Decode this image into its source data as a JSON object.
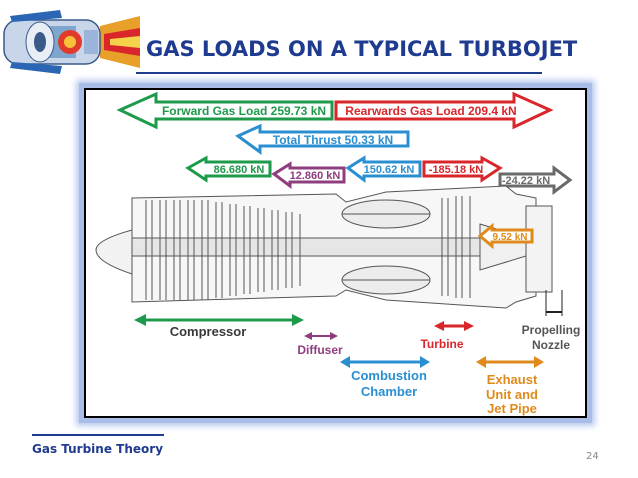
{
  "slide": {
    "title": "GAS LOADS ON A TYPICAL TURBOJET",
    "footer": "Gas Turbine Theory",
    "page_number": "24"
  },
  "colors": {
    "title": "#1f3b8f",
    "green": "#1e9a4b",
    "red": "#d8262b",
    "blue": "#2a8fd1",
    "purple": "#8e3d7e",
    "gray": "#6a6a6a",
    "orange": "#e08a1c"
  },
  "diagram": {
    "forward_gas_load": "Forward Gas Load 259.73 kN",
    "rearwards_gas_load": "Rearwards Gas Load 209.4 kN",
    "total_thrust": "Total Thrust 50.33 kN",
    "compressor_load": "86.680 kN",
    "diffuser_load": "12.860 kN",
    "combustion_load": "150.62 kN",
    "turbine_load": "-185.18 kN",
    "nozzle_load": "-24.22 kN",
    "exhaust_load": "9.52 kN",
    "labels": {
      "compressor": "Compressor",
      "diffuser": "Diffuser",
      "turbine": "Turbine",
      "propelling_1": "Propelling",
      "propelling_2": "Nozzle",
      "combustion_1": "Combustion",
      "combustion_2": "Chamber",
      "exhaust_1": "Exhaust",
      "exhaust_2": "Unit and",
      "exhaust_3": "Jet Pipe"
    }
  },
  "icons": [
    "turbojet-logo-icon"
  ]
}
